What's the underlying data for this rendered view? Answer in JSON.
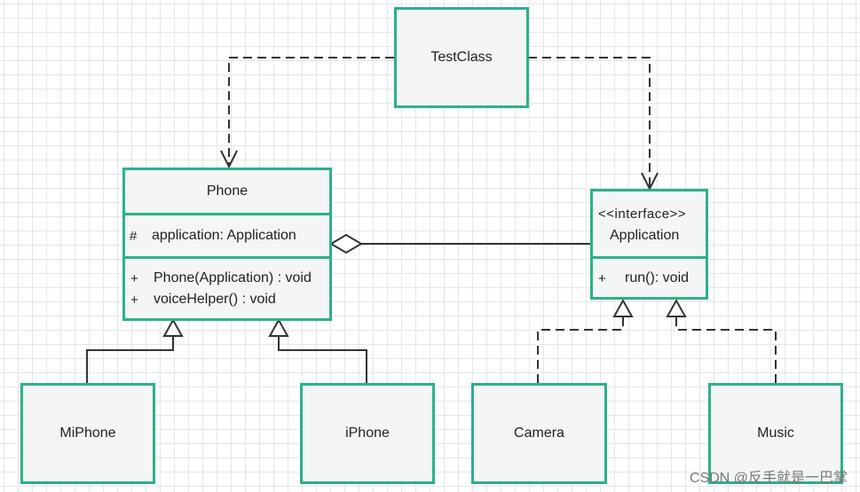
{
  "test_class": {
    "name": "TestClass"
  },
  "phone": {
    "name": "Phone",
    "attribute": {
      "visibility": "#",
      "text": "application: Application"
    },
    "methods": [
      {
        "visibility": "+",
        "text": "Phone(Application) : void"
      },
      {
        "visibility": "+",
        "text": "voiceHelper() : void"
      }
    ]
  },
  "application": {
    "stereotype": "<<interface>>",
    "name": "Application",
    "methods": [
      {
        "visibility": "+",
        "text": "run(): void"
      }
    ]
  },
  "miphone": {
    "name": "MiPhone"
  },
  "iphone": {
    "name": "iPhone"
  },
  "camera": {
    "name": "Camera"
  },
  "music": {
    "name": "Music"
  },
  "watermark": "CSDN @反手就是一巴掌",
  "colors": {
    "box_border": "#2bb18b",
    "box_fill": "#f3f6f4",
    "line": "#333333"
  }
}
